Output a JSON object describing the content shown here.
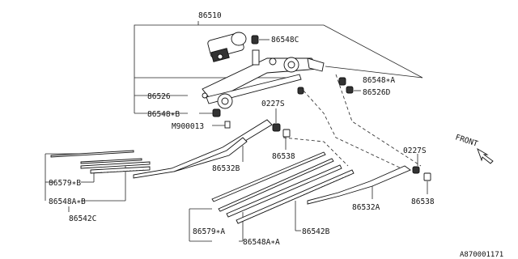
{
  "diagram": {
    "labels": {
      "p86510": "86510",
      "p86548C": "86548C",
      "p86548A_top": "86548∗A",
      "p86526D": "86526D",
      "p86526": "86526",
      "p86548B": "86548∗B",
      "pM900013": "M900013",
      "p0227S_left": "0227S",
      "p86538_left": "86538",
      "p86532B": "86532B",
      "p86579B": "86579∗B",
      "p86548AB": "86548A∗B",
      "p86542C": "86542C",
      "p0227S_right": "0227S",
      "p86538_right": "86538",
      "p86532A": "86532A",
      "p86579A": "86579∗A",
      "p86548AA": "86548A∗A",
      "p86542B": "86542B",
      "front": "FRONT",
      "diagram_id": "A870001171"
    },
    "icons": {
      "front_arrow": "front-arrow-icon"
    }
  }
}
